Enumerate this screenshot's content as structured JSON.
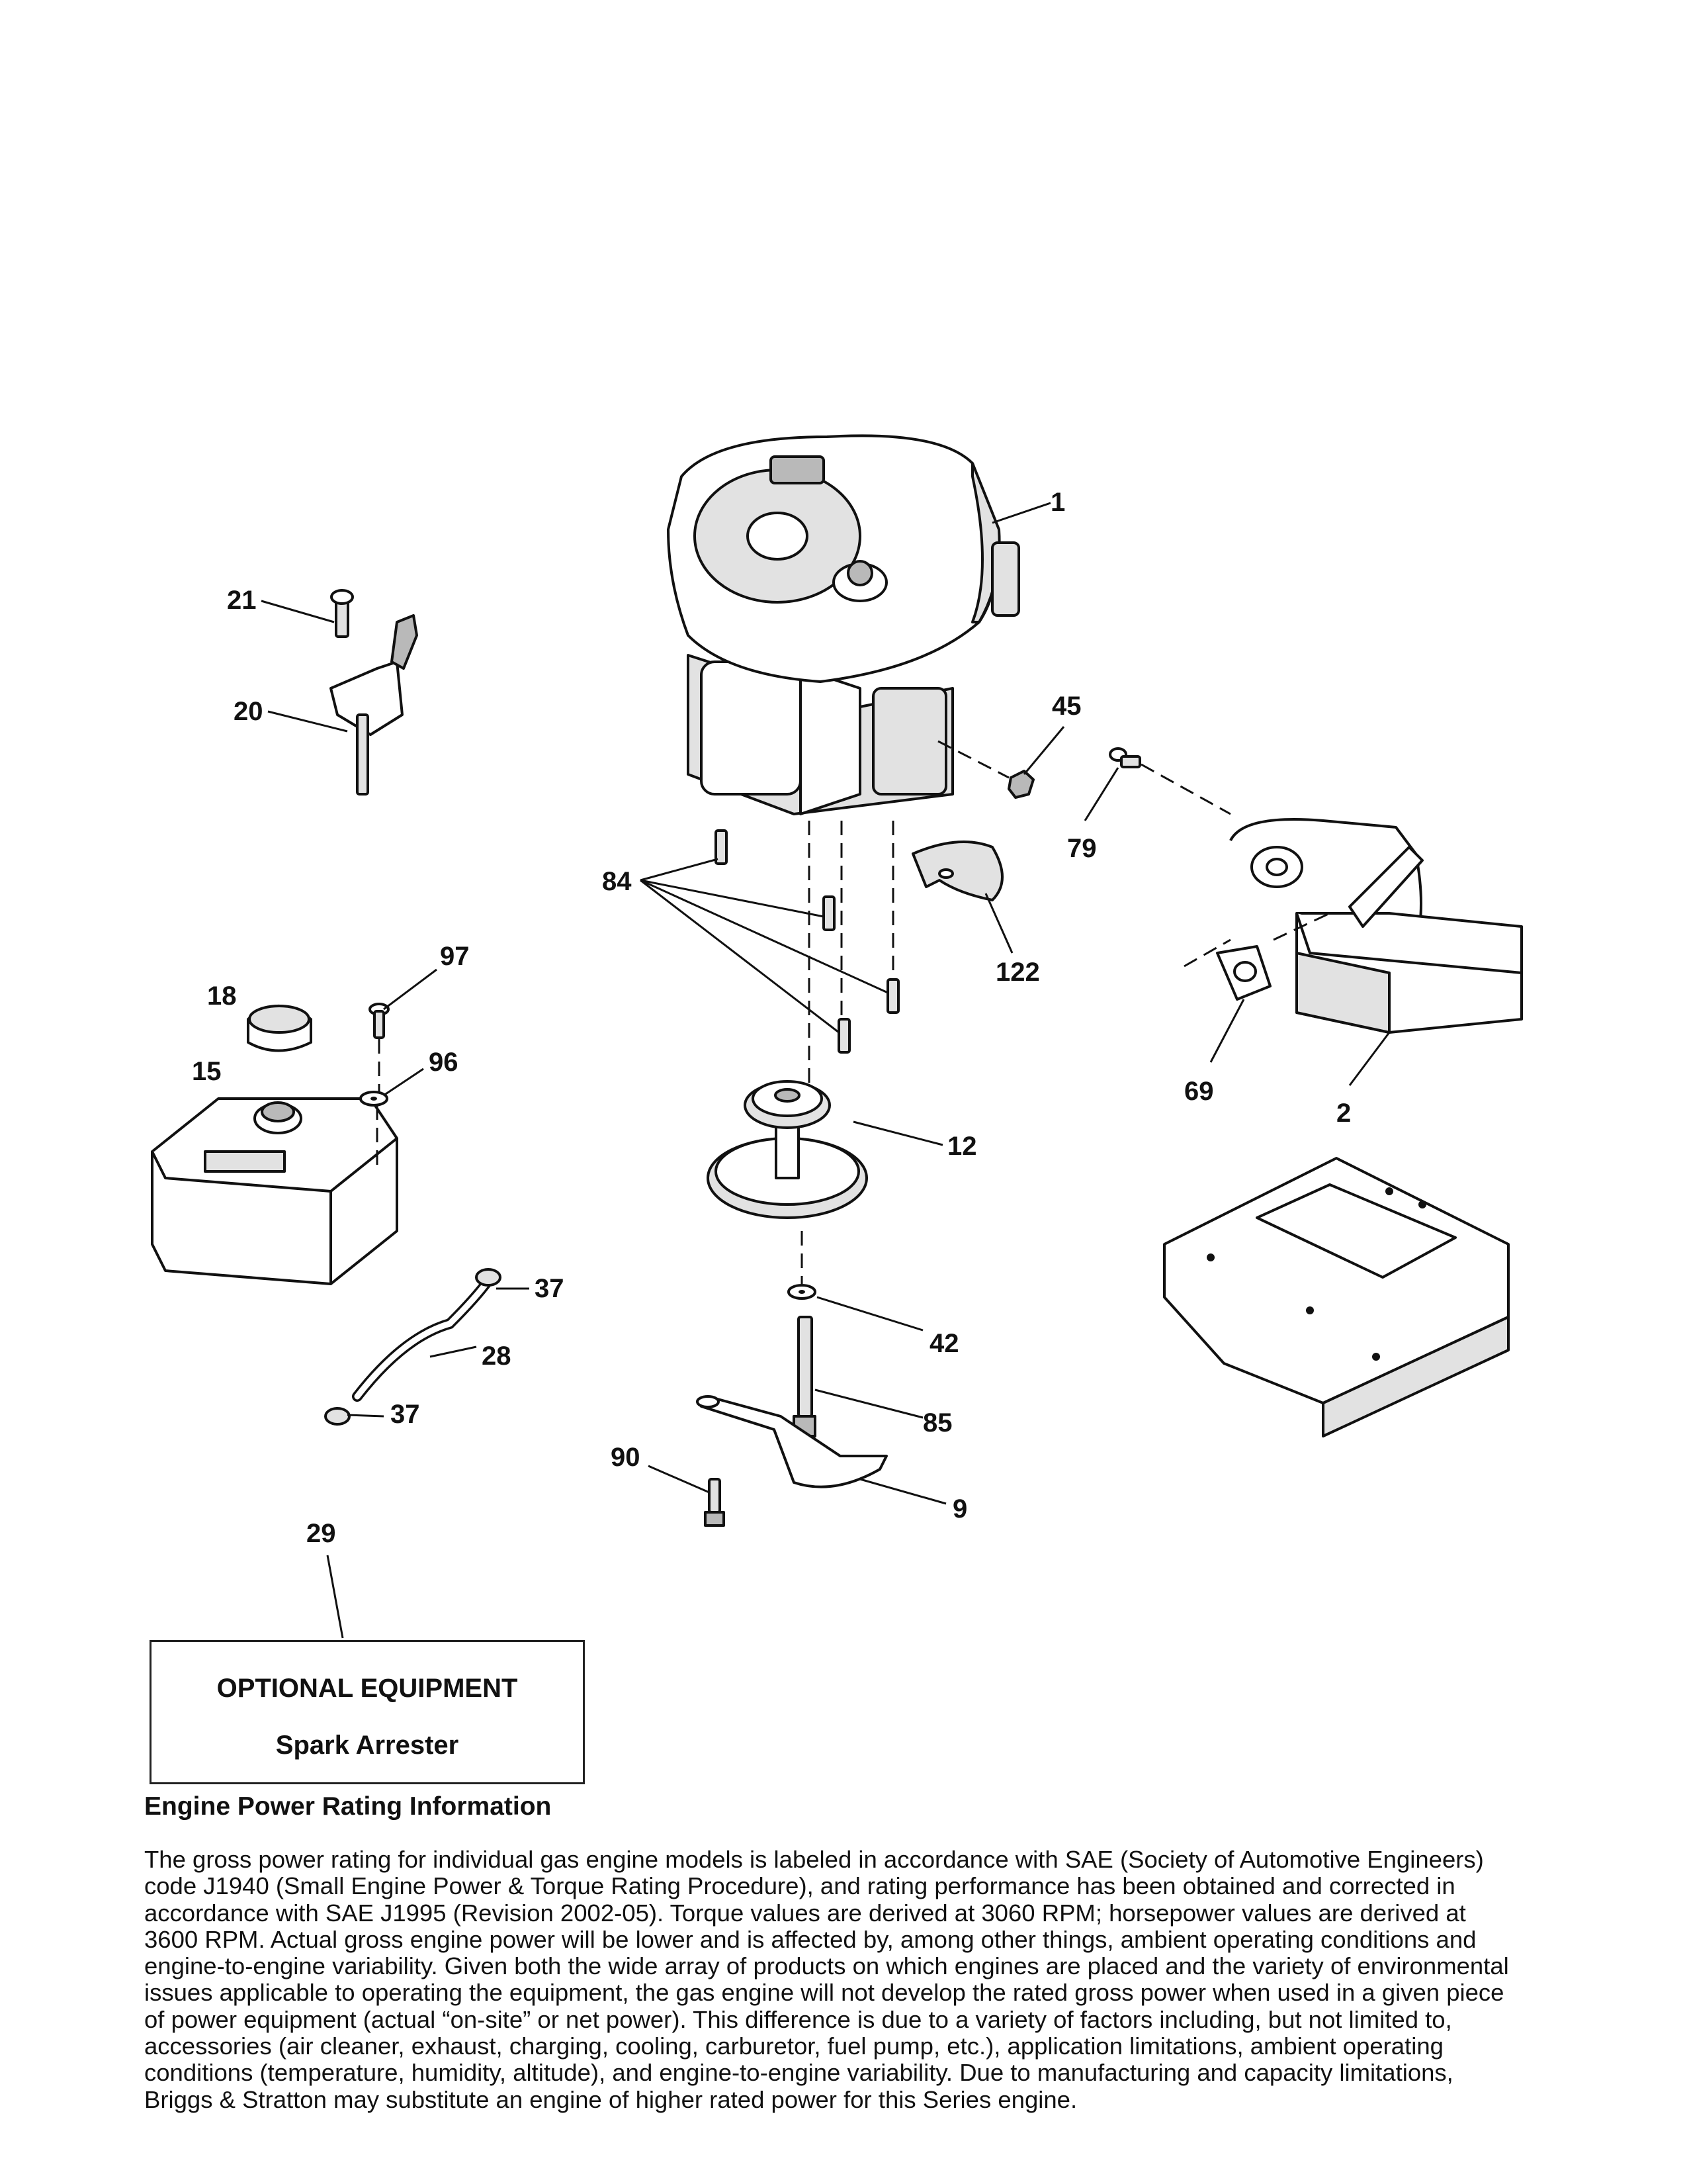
{
  "callouts": {
    "c1": "1",
    "c2": "2",
    "c9": "9",
    "c12": "12",
    "c15": "15",
    "c18": "18",
    "c20": "20",
    "c21": "21",
    "c28": "28",
    "c29": "29",
    "c37a": "37",
    "c37b": "37",
    "c42": "42",
    "c45": "45",
    "c69": "69",
    "c79": "79",
    "c84": "84",
    "c85": "85",
    "c90": "90",
    "c96": "96",
    "c97": "97",
    "c122": "122"
  },
  "optional_box": {
    "title": "OPTIONAL EQUIPMENT",
    "item": "Spark Arrester"
  },
  "info": {
    "heading": "Engine Power Rating Information",
    "body": "The gross power rating for individual gas engine models is labeled in accordance with SAE (Society of Automotive Engineers) code J1940 (Small Engine Power & Torque Rating Procedure), and rating performance has been obtained and corrected in accordance with SAE J1995 (Revision 2002-05). Torque values are derived at 3060 RPM; horsepower values are derived at 3600 RPM. Actual gross engine power will be lower and is affected by, among other things, ambient operating conditions and engine-to-engine variability. Given both the wide array of products on which engines are placed and the variety of environmental issues applicable to operating the equipment, the gas engine will not develop the rated gross power when used in a given piece of power equipment (actual “on-site” or net power). This difference is due to a variety of factors including, but not limited to, accessories (air cleaner, exhaust, charging, cooling, carburetor, fuel pump, etc.), application limitations, ambient operating conditions (temperature, humidity, altitude), and engine-to-engine variability. Due to manufacturing and capacity limitations, Briggs & Stratton may substitute an engine of higher rated power for this Series engine."
  }
}
